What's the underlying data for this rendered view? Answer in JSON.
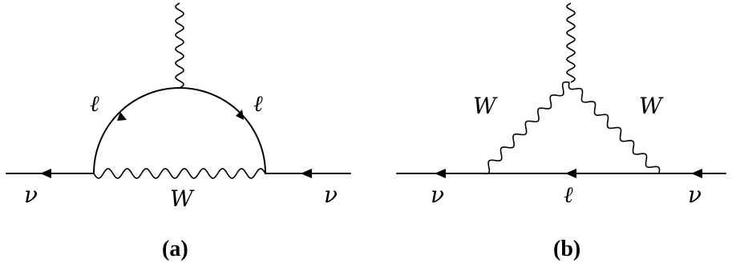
{
  "panel_a": {
    "caption": "(a)",
    "labels": {
      "lepton_left": "ℓ",
      "lepton_right": "ℓ",
      "w_boson": "W",
      "nu_left": "ν",
      "nu_right": "ν"
    }
  },
  "panel_b": {
    "caption": "(b)",
    "labels": {
      "w_left": "W",
      "w_right": "W",
      "nu_left": "ν",
      "lepton": "ℓ",
      "nu_right": "ν"
    }
  }
}
